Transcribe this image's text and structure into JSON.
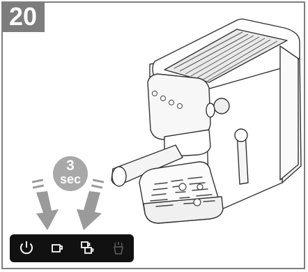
{
  "step": {
    "number": "20"
  },
  "timer": {
    "value": "3",
    "unit": "sec"
  },
  "panel": {
    "buttons": [
      {
        "icon": "power-icon",
        "state": "normal"
      },
      {
        "icon": "single-cup-icon",
        "state": "pressed"
      },
      {
        "icon": "double-cup-icon",
        "state": "pressed"
      },
      {
        "icon": "steam-icon",
        "state": "dimmed"
      }
    ]
  },
  "colors": {
    "frame": "#7d7d7d",
    "panel": "#111111",
    "arrow": "#9a9a9a",
    "icon": "#ffffff",
    "icon_dimmed": "#555555"
  }
}
